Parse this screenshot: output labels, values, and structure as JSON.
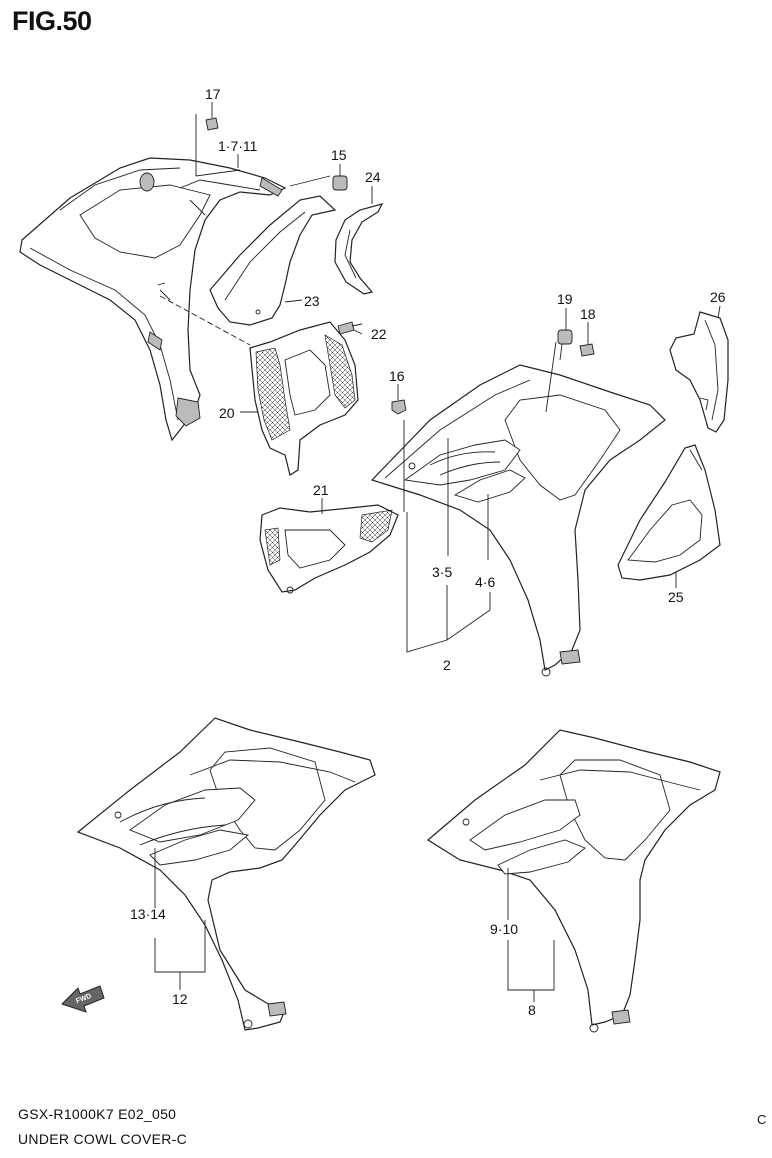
{
  "figure": {
    "title": "FIG.50"
  },
  "footer": {
    "model_code": "GSX-R1000K7 E02_050",
    "section_name": "UNDER COWL COVER-C",
    "corner_mark": "C"
  },
  "callouts": {
    "p17": "17",
    "p1_7_11": "1·7·11",
    "p15": "15",
    "p24": "24",
    "p23": "23",
    "p22": "22",
    "p20": "20",
    "p21": "21",
    "p16": "16",
    "p19": "19",
    "p18": "18",
    "p26": "26",
    "p3_5": "3·5",
    "p4_6": "4·6",
    "p2": "2",
    "p25": "25",
    "p13_14": "13·14",
    "p12": "12",
    "p9_10": "9·10",
    "p8": "8"
  },
  "fwd_arrow": {
    "label": "FWD",
    "icon": "forward-arrow-icon"
  }
}
